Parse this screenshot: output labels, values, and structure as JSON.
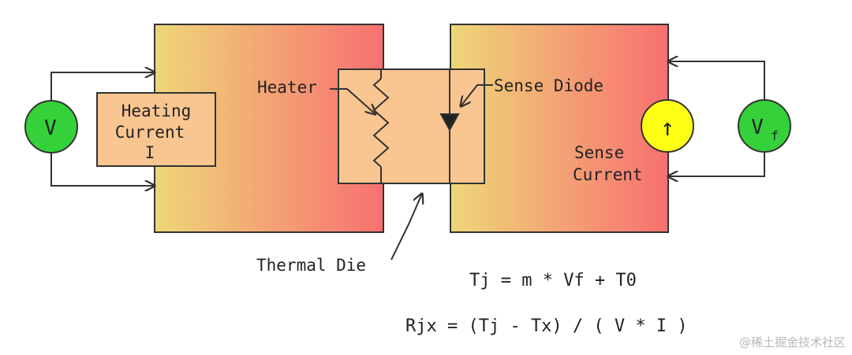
{
  "diagram": {
    "voltmeter_left": "V",
    "heating_current": {
      "line1": "Heating",
      "line2": "Current",
      "line3": "I"
    },
    "heater_label": "Heater",
    "sense_diode_label": "Sense Diode",
    "thermal_die_label": "Thermal Die",
    "current_source_symbol": "↑",
    "voltmeter_right": {
      "main": "V",
      "sub": "f"
    },
    "sense_current": {
      "line1": "Sense",
      "line2": "Current"
    },
    "equations": {
      "eq1": "Tj = m * Vf + T0",
      "eq2": "Rjx = (Tj - Tx) / ( V * I )"
    }
  },
  "watermark": "@稀土掘金技术社区",
  "colors": {
    "block_start": "#EED778",
    "block_end": "#F87070",
    "die_fill": "#F9C590",
    "voltmeter": "#34D13A",
    "current_source": "#FFFF14",
    "line": "#333333"
  }
}
